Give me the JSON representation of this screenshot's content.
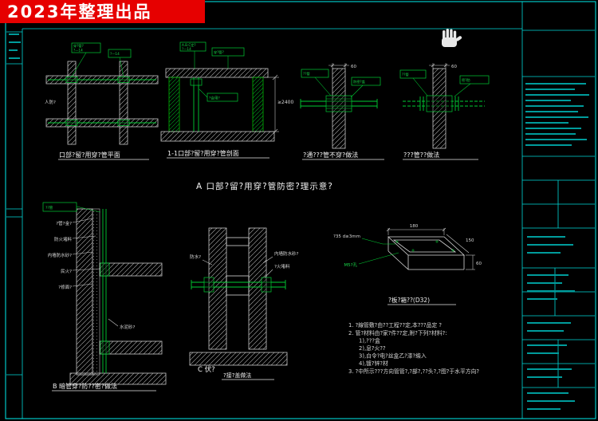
{
  "banner": {
    "text": "2023年整理出品",
    "bg": "#e60000"
  },
  "captions": {
    "d1": "口部?留?用穿?管平面",
    "d2": "1-1口部?留?用穿?管剖面",
    "d3": "?通???管不穿?做法",
    "d4": "???管??做法",
    "section_a": "A  口部?留?用穿?管防密?理示意?",
    "b": "B 暗管穿?防??密?做法",
    "c1": "C 伏?",
    "c2": "?接?盖做法",
    "box": "?板?箱??(D32)"
  },
  "dims": {
    "d2": "≥2400",
    "d3": "60",
    "d4": "60",
    "box_w": "180",
    "box_d": "150",
    "box_h": "60"
  },
  "labels": {
    "d1_box1a": "穿?管?",
    "d1_box1b": "?—14",
    "d1_box2": "?—14",
    "d1_side": "人防?",
    "d2_box1a": "A.B.C定?",
    "d2_box1b": "?—14",
    "d2_box2": "穿?管?",
    "d2_mid": "?合用?",
    "d3_box1": "??管",
    "d3_box2": "防密?盖",
    "d4_box1": "??管",
    "d4_box2": "密?肋",
    "b_box": "??管",
    "b1": "?管?金?",
    "b2": "防火堵料",
    "b3": "内墙防水砂?",
    "b4": "民火?",
    "b5": "?修面?",
    "b6": "水泥砂?",
    "c1": "内墙防水砂?",
    "c2": "?火堵料",
    "c3": "防水?",
    "box_l1": "?35 d≥3mm",
    "box_l2": "M5?孔"
  },
  "notes": [
    "1.  ?線管敷?由??工程??定,本???品定 ?",
    "2.  管?材料由?家?件??定,附?下列?材料?:",
    "1),???盒",
    "2),息?火??",
    "3),白令?电?丝盒乙?漆?缎入",
    "4),镀?锌?材",
    "3.  ?中所示???方向管管?,?部?,??头?,?图?于水平方向?"
  ]
}
